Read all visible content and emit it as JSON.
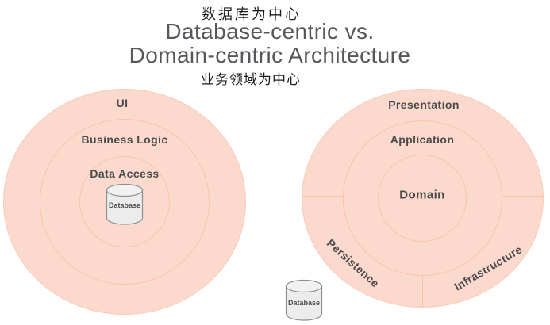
{
  "header": {
    "chinese_top": "数据库为中心",
    "title_line1": "Database-centric vs.",
    "title_line2": "Domain-centric Architecture",
    "chinese_bottom": "业务领域为中心"
  },
  "left_diagram": {
    "name": "database-centric architecture",
    "layers": [
      "UI",
      "Business Logic",
      "Data Access"
    ],
    "database_label": "Database"
  },
  "right_diagram": {
    "name": "domain-centric architecture",
    "layers": [
      "Presentation",
      "Application",
      "Domain"
    ],
    "bottom_segments": [
      "Persistence",
      "Infrastructure"
    ],
    "database_label": "Database"
  },
  "colors": {
    "circle_fill": "#fcd9cd",
    "ring_line": "#f4b292",
    "label_text": "#4b4b4d",
    "title_text": "#56575b",
    "chinese_text": "#1d1d1f",
    "cylinder_fill": "#ececec",
    "cylinder_stroke": "#8f8f8f"
  }
}
